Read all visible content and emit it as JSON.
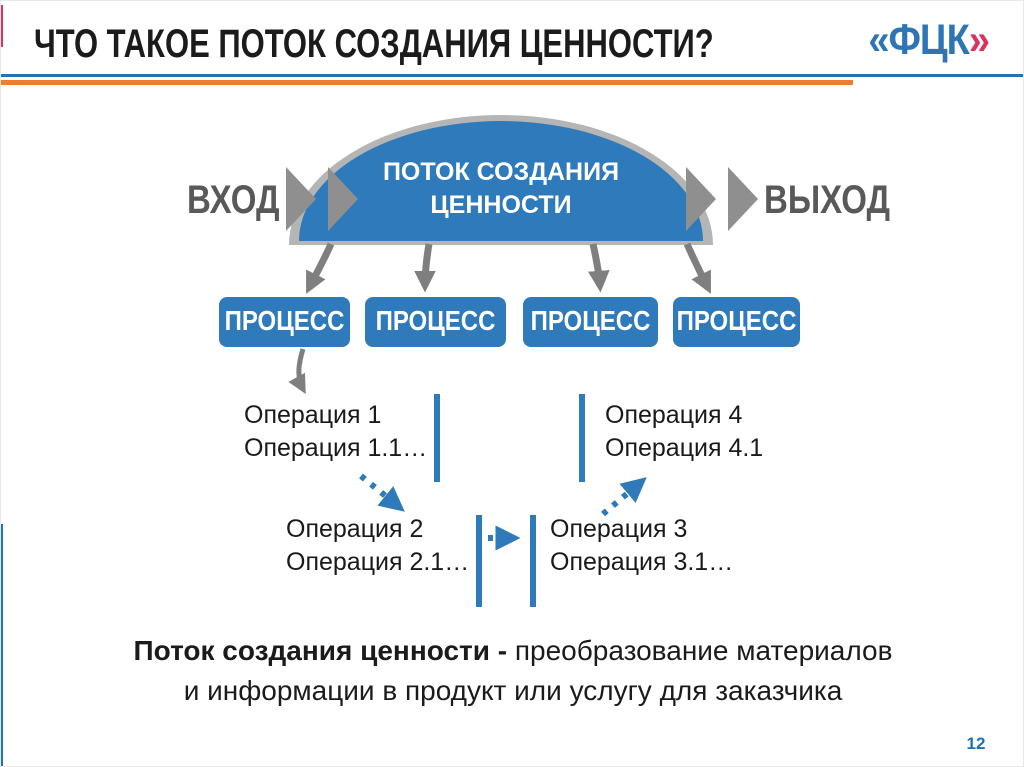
{
  "slide": {
    "title": "ЧТО ТАКОЕ ПОТОК СОЗДАНИЯ ЦЕННОСТИ?",
    "page_number": "12",
    "logo": {
      "open": "«",
      "letters": "ФЦК",
      "close": "»"
    }
  },
  "diagram": {
    "input_label": "ВХОД",
    "output_label": "ВЫХОД",
    "dome": {
      "line1": "ПОТОК СОЗДАНИЯ",
      "line2": "ЦЕННОСТИ"
    },
    "process_boxes": [
      {
        "label": "ПРОЦЕСС"
      },
      {
        "label": "ПРОЦЕСС"
      },
      {
        "label": "ПРОЦЕСС"
      },
      {
        "label": "ПРОЦЕСС"
      }
    ],
    "operations": [
      {
        "line1": "Операция 1",
        "line2": "Операция 1.1…"
      },
      {
        "line1": "Операция 2",
        "line2": "Операция 2.1…"
      },
      {
        "line1": "Операция 3",
        "line2": "Операция 3.1…"
      },
      {
        "line1": "Операция 4",
        "line2": "Операция 4.1"
      }
    ]
  },
  "footer": {
    "definition_bold": "Поток создания ценности - ",
    "definition_rest": "преобразование материалов",
    "definition_line2": "и информации в продукт или услугу для заказчика"
  },
  "colors": {
    "accent_blue": "#2E7ABA",
    "rule_blue": "#2273B4",
    "accent_orange": "#ED7D31",
    "logo_red": "#E0315B",
    "arrow_gray": "#7F7F7F",
    "label_gray": "#595959",
    "dome_shadow_gray": "#B5B5B5"
  }
}
